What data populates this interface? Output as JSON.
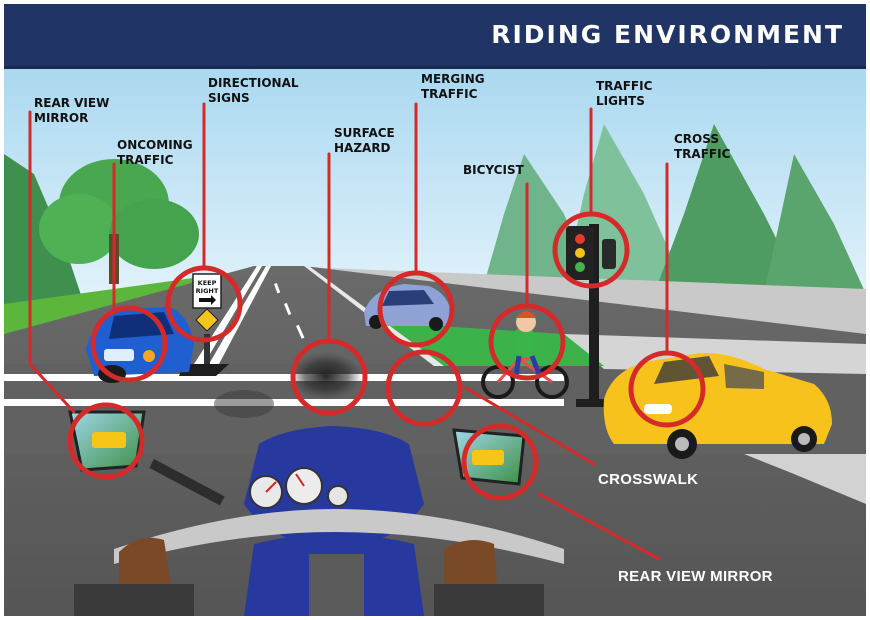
{
  "header": {
    "title": "RIDING ENVIRONMENT"
  },
  "labels": {
    "rear_view_mirror_top": [
      "REAR VIEW",
      "MIRROR"
    ],
    "oncoming_traffic": [
      "ONCOMING",
      "TRAFFIC"
    ],
    "directional_signs": [
      "DIRECTIONAL",
      "SIGNS"
    ],
    "surface_hazard": [
      "SURFACE",
      "HAZARD"
    ],
    "merging_traffic": [
      "MERGING",
      "TRAFFIC"
    ],
    "bicycist": [
      "BICYCIST"
    ],
    "traffic_lights": [
      "TRAFFIC",
      "LIGHTS"
    ],
    "cross_traffic": [
      "CROSS",
      "TRAFFIC"
    ],
    "crosswalk": "CROSSWALK",
    "rear_view_mirror_bottom": "REAR VIEW MIRROR"
  },
  "sign": {
    "line1": "KEEP",
    "line2": "RIGHT"
  },
  "colors": {
    "header_bg": "#203565",
    "callout_red": "#d42a2a",
    "sky": "#bfe3f4",
    "road": "#5d5d5d",
    "grass": "#5cb63b",
    "bike_lane": "#3bb24a",
    "car_blue": "#1f5fd0",
    "car_yellow": "#f7c21c",
    "motorcycle_blue": "#27399e"
  },
  "icons": [
    "traffic-light-icon",
    "keep-right-sign-icon",
    "diamond-sign-icon"
  ]
}
